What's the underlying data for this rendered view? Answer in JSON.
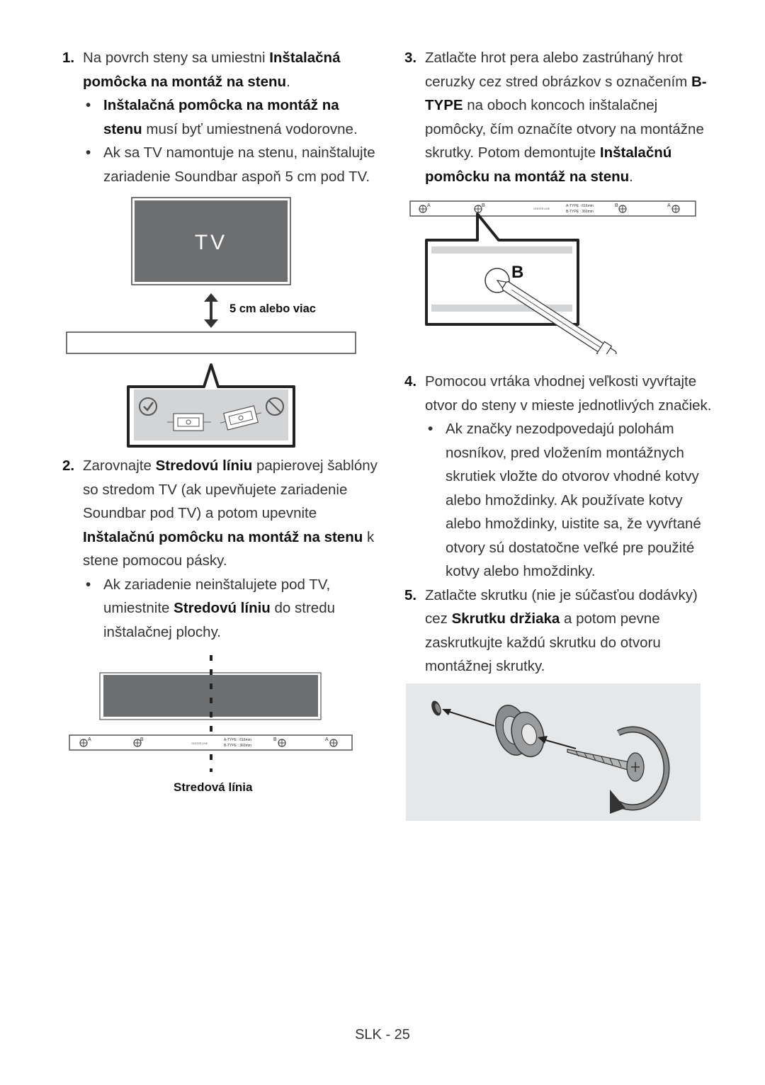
{
  "left": {
    "step1": {
      "num": "1.",
      "t1": "Na povrch steny sa umiestni ",
      "b1": "Inštalačná pomôcka na montáž na stenu",
      "t2": "."
    },
    "bullet1": {
      "b1": "Inštalačná pomôcka na montáž na stenu",
      "t1": " musí byť umiestnená vodorovne."
    },
    "bullet2": {
      "t1": "Ak sa TV namontuje na stenu, nainštalujte zariadenie Soundbar aspoň 5 cm pod TV."
    },
    "fig1": {
      "tv_label": "TV",
      "distance_label": "5 cm alebo viac"
    },
    "step2": {
      "num": "2.",
      "t1": "Zarovnajte ",
      "b1": "Stredovú líniu",
      "t2": " papierovej šablóny so stredom TV (ak upevňujete zariadenie Soundbar pod TV) a potom upevnite ",
      "b2": "Inštalačnú pomôcku na montáž na stenu",
      "t3": " k stene pomocou pásky."
    },
    "bullet3": {
      "t1": "Ak zariadenie neinštalujete pod TV, umiestnite ",
      "b1": "Stredovú líniu",
      "t2": " do stredu inštalačnej plochy."
    },
    "fig2": {
      "center_line_label": "Stredová línia"
    }
  },
  "right": {
    "step3": {
      "num": "3.",
      "t1": "Zatlačte hrot pera alebo zastrúhaný hrot ceruzky cez stred obrázkov s označením ",
      "b1": "B-TYPE",
      "t2": " na oboch koncoch inštalačnej pomôcky, čím označíte otvory na montážne skrutky. Potom demontujte ",
      "b2": "Inštalačnú pomôcku na montáž na stenu",
      "t3": "."
    },
    "fig3": {
      "zoom_label": "B"
    },
    "step4": {
      "num": "4.",
      "t1": "Pomocou vrtáka vhodnej veľkosti vyvŕtajte otvor do steny v mieste jednotlivých značiek."
    },
    "bullet4": {
      "t1": "Ak značky nezodpovedajú polohám nosníkov, pred vložením montážnych skrutiek vložte do otvorov vhodné kotvy alebo hmoždinky. Ak používate kotvy alebo hmoždinky, uistite sa, že vyvŕtané otvory sú dostatočne veľké pre použité kotvy alebo hmoždinky."
    },
    "step5": {
      "num": "5.",
      "t1": "Zatlačte skrutku (nie je súčasťou dodávky) cez ",
      "b1": "Skrutku držiaka",
      "t2": " a potom pevne zaskrutkujte každú skrutku do otvoru montážnej skrutky."
    }
  },
  "template": {
    "mark_a": "A",
    "mark_b": "B",
    "center_line": "CENTER LINE",
    "a_type": "A-TYPE : 616mm",
    "b_type": "B-TYPE : 360mm"
  },
  "footer": {
    "page": "SLK - 25"
  }
}
